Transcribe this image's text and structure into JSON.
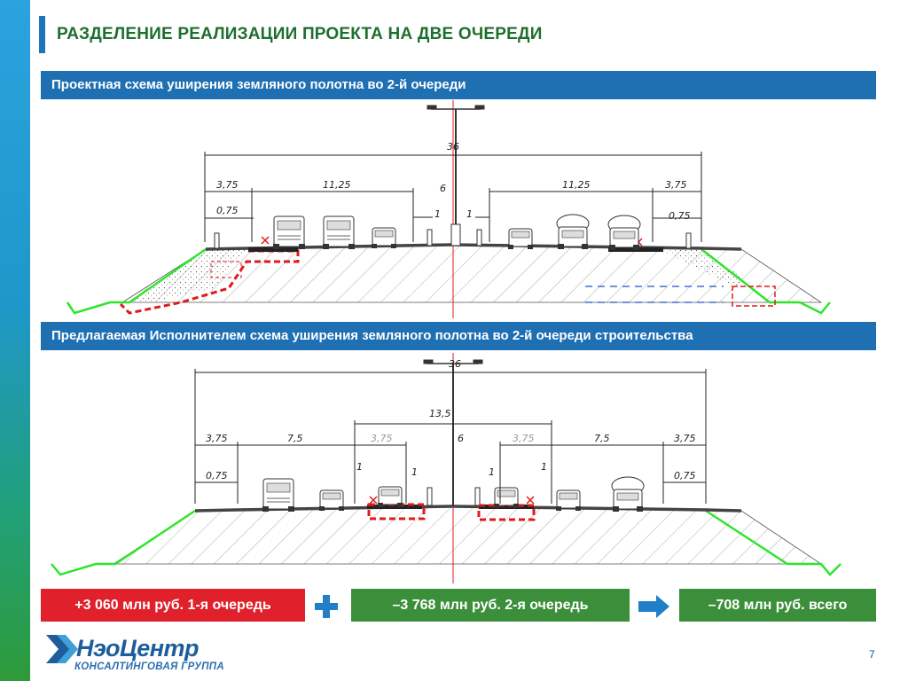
{
  "slide": {
    "title": "РАЗДЕЛЕНИЕ РЕАЛИЗАЦИИ ПРОЕКТА НА ДВЕ ОЧЕРЕДИ",
    "page_number": "7"
  },
  "section1": {
    "title": "Проектная схема уширения земляного полотна во 2-й очереди",
    "dims": {
      "total": "36",
      "left_shoulder": "3,75",
      "left_lanes": "11,25",
      "median": "6",
      "right_lanes": "11,25",
      "right_shoulder": "3,75",
      "left_edge": "0,75",
      "right_edge": "0,75",
      "left_inner": "1",
      "right_inner": "1"
    }
  },
  "section2": {
    "title": "Предлагаемая Исполнителем схема уширения земляного полотна во 2-й очереди строительства",
    "dims": {
      "total": "36",
      "center": "13,5",
      "left_shoulder": "3,75",
      "left_lanes": "7,5",
      "left_inner": "3,75",
      "median": "6",
      "right_inner": "3,75",
      "right_lanes": "7,5",
      "right_shoulder": "3,75",
      "left_edge": "0,75",
      "right_edge": "0,75",
      "one_a": "1",
      "one_b": "1",
      "one_c": "1",
      "one_d": "1"
    }
  },
  "summary": {
    "stage1": "+3 060 млн руб. 1-я очередь",
    "stage2": "–3 768 млн руб. 2-я очередь",
    "total": "–708 млн руб. всего"
  },
  "logo": {
    "name": "НэоЦентр",
    "subtitle": "КОНСАЛТИНГОВАЯ ГРУППА"
  },
  "colors": {
    "accent_blue": "#1f6fb3",
    "title_green": "#1d6f2e",
    "negative_red": "#e0202a",
    "positive_green": "#3c8f3a",
    "slope_green": "#2ee52e",
    "cut_red": "#e01a1a"
  }
}
